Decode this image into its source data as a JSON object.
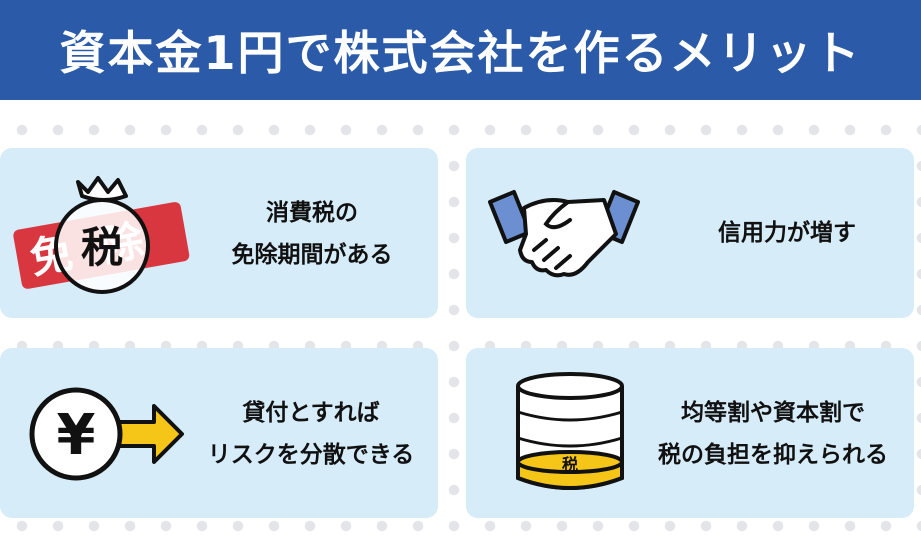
{
  "header": {
    "title": "資本金1円で株式会社を作るメリット"
  },
  "colors": {
    "header": "#2b5ba8",
    "card": "#d6ecf9",
    "accent_red": "#d9373f",
    "accent_yellow": "#f5c518"
  },
  "cards": [
    {
      "lines": [
        "消費税の",
        "免除期間がある"
      ],
      "icon": "tax-exemption-icon",
      "icon_text": {
        "stamp": "免除",
        "bag": "税"
      }
    },
    {
      "lines": [
        "信用力が増す"
      ],
      "icon": "handshake-icon"
    },
    {
      "lines": [
        "貸付とすれば",
        "リスクを分散できる"
      ],
      "icon": "yen-arrow-icon",
      "icon_text": {
        "coin": "¥"
      }
    },
    {
      "lines": [
        "均等割や資本割で",
        "税の負担を抑えられる"
      ],
      "icon": "tax-cylinder-icon",
      "icon_text": {
        "label": "税"
      }
    }
  ]
}
